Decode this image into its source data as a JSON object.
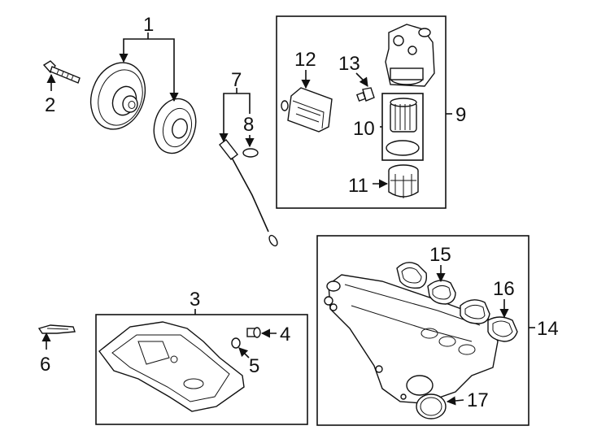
{
  "callouts": {
    "c1": "1",
    "c2": "2",
    "c3": "3",
    "c4": "4",
    "c5": "5",
    "c6": "6",
    "c7": "7",
    "c8": "8",
    "c9": "9",
    "c10": "10",
    "c11": "11",
    "c12": "12",
    "c13": "13",
    "c14": "14",
    "c15": "15",
    "c16": "16",
    "c17": "17"
  },
  "icons": {
    "arrowhead": "arrowhead-icon"
  },
  "colors": {
    "line": "#111111",
    "background": "#ffffff"
  }
}
